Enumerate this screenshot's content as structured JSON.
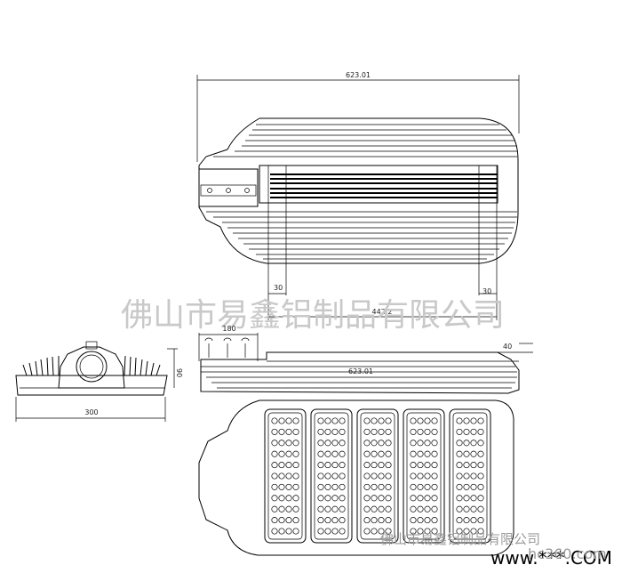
{
  "dimensions": {
    "top_length": "623.01",
    "inner_width": "442.2",
    "left_offset": "30",
    "right_offset": "30",
    "clamp_width": "180",
    "side_height": "40",
    "side_length": "623.01",
    "profile_width": "300",
    "profile_height": "90"
  },
  "watermark": {
    "main": "佛山市易鑫铝制品有限公司",
    "corner": "佛山市易鑫铝制品有限公司",
    "site": "www.***.COM",
    "site_overlay": "hc360.com"
  }
}
